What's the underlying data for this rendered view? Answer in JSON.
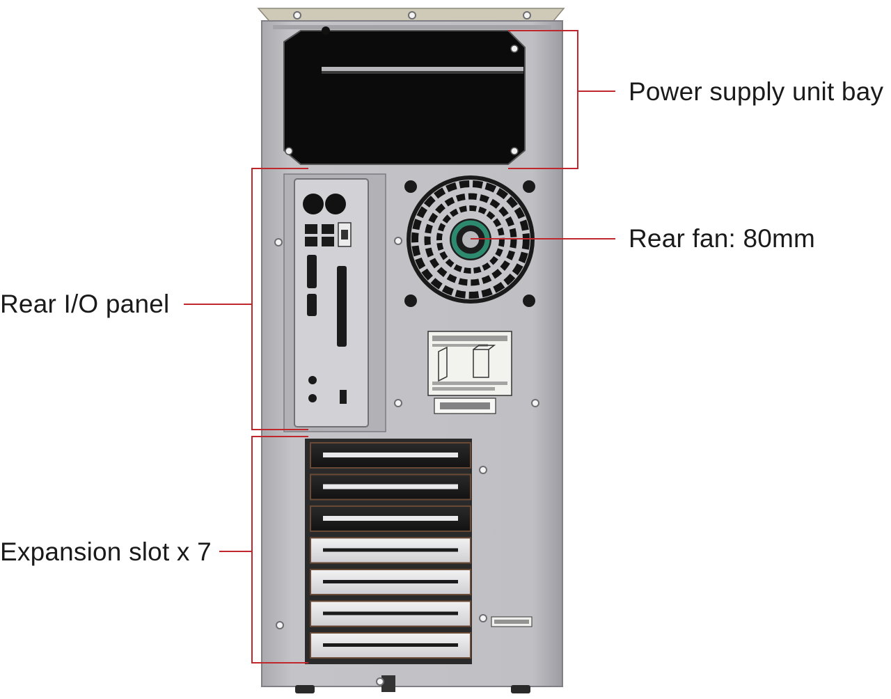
{
  "labels": {
    "power_supply": "Power supply unit bay",
    "rear_fan": "Rear fan: 80mm",
    "rear_io": "Rear I/O panel",
    "expansion": "Expansion slot x 7"
  },
  "colors": {
    "callout_line": "#c0272d",
    "chassis": "#bcbcc0",
    "chassis_dark": "#9a9aa0",
    "psu_opening": "#0b0b0b",
    "slot_cover_dark": "#1a1a1a",
    "slot_cover_light": "#e8e8ea",
    "fan_hub": "#2e8a6e"
  },
  "expansion_slots": {
    "count": 7,
    "open_slots": 3
  },
  "icons": {
    "power_supply": "psu-bay-icon",
    "fan": "fan-grille-icon",
    "io": "io-shield-icon"
  }
}
